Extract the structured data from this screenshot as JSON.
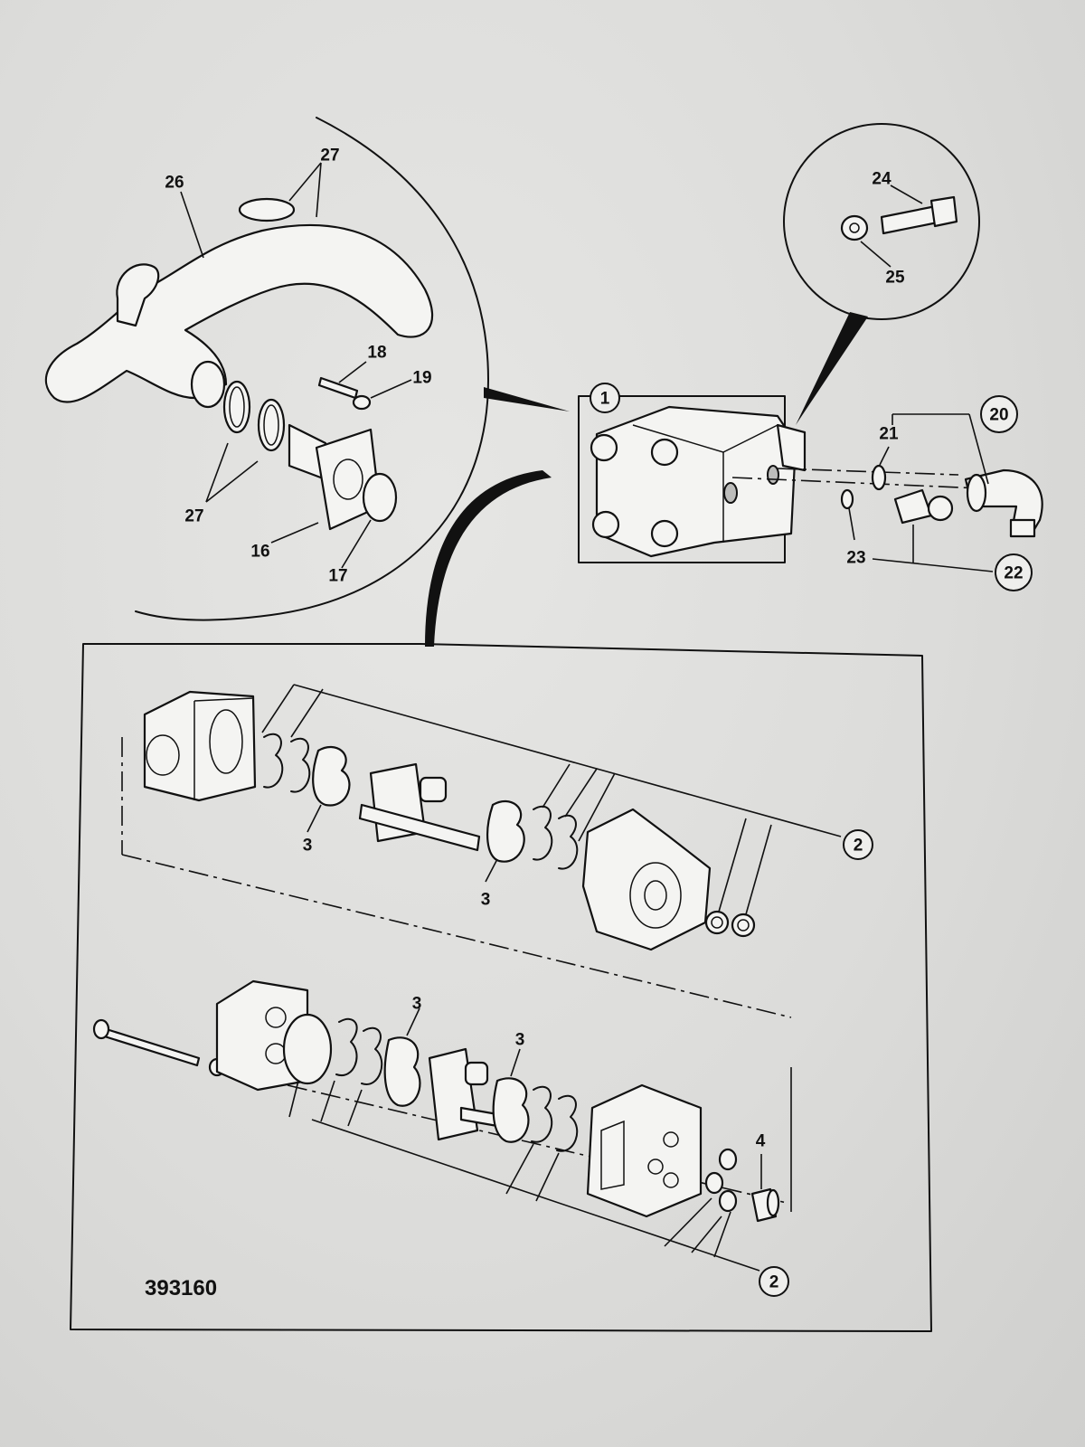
{
  "diagram": {
    "reference_number": "393160",
    "callouts": {
      "c1": "1",
      "c2a": "2",
      "c2b": "2",
      "c3a": "3",
      "c3b": "3",
      "c3c": "3",
      "c3d": "3",
      "c4": "4",
      "c16": "16",
      "c17": "17",
      "c18": "18",
      "c19": "19",
      "c20": "20",
      "c21": "21",
      "c22": "22",
      "c23": "23",
      "c24": "24",
      "c25": "25",
      "c26": "26",
      "c27a": "27",
      "c27b": "27"
    }
  }
}
